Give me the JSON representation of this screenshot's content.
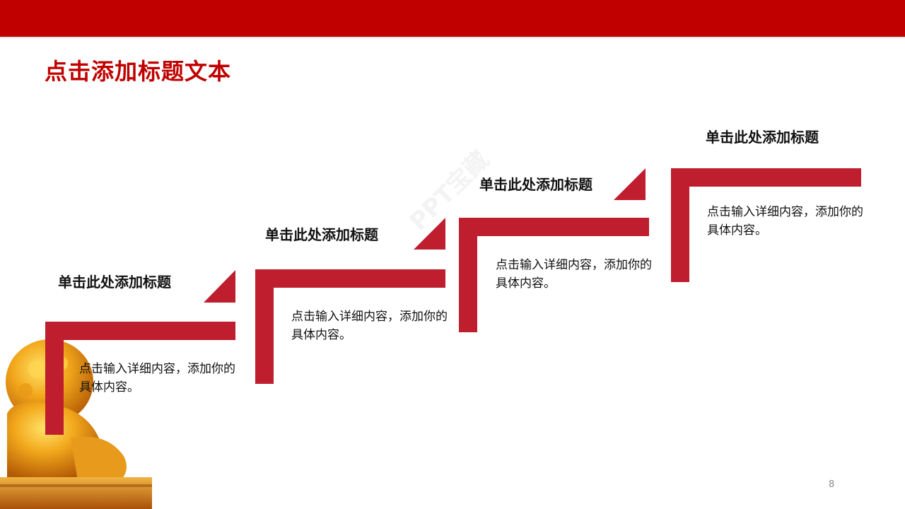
{
  "slide": {
    "title": "点击添加标题文本",
    "page_number": "8",
    "watermark": "PPT宝藏"
  },
  "colors": {
    "topbar": "#c00000",
    "accent": "#be1e2d",
    "title": "#c00000"
  },
  "steps": [
    {
      "title": "单击此处添加标题",
      "body": "点击输入详细内容，添加你的具体内容。"
    },
    {
      "title": "单击此处添加标题",
      "body": "点击输入详细内容，添加你的具体内容。"
    },
    {
      "title": "单击此处添加标题",
      "body": "点击输入详细内容，添加你的具体内容。"
    },
    {
      "title": "单击此处添加标题",
      "body": "点击输入详细内容，添加你的具体内容。"
    }
  ]
}
